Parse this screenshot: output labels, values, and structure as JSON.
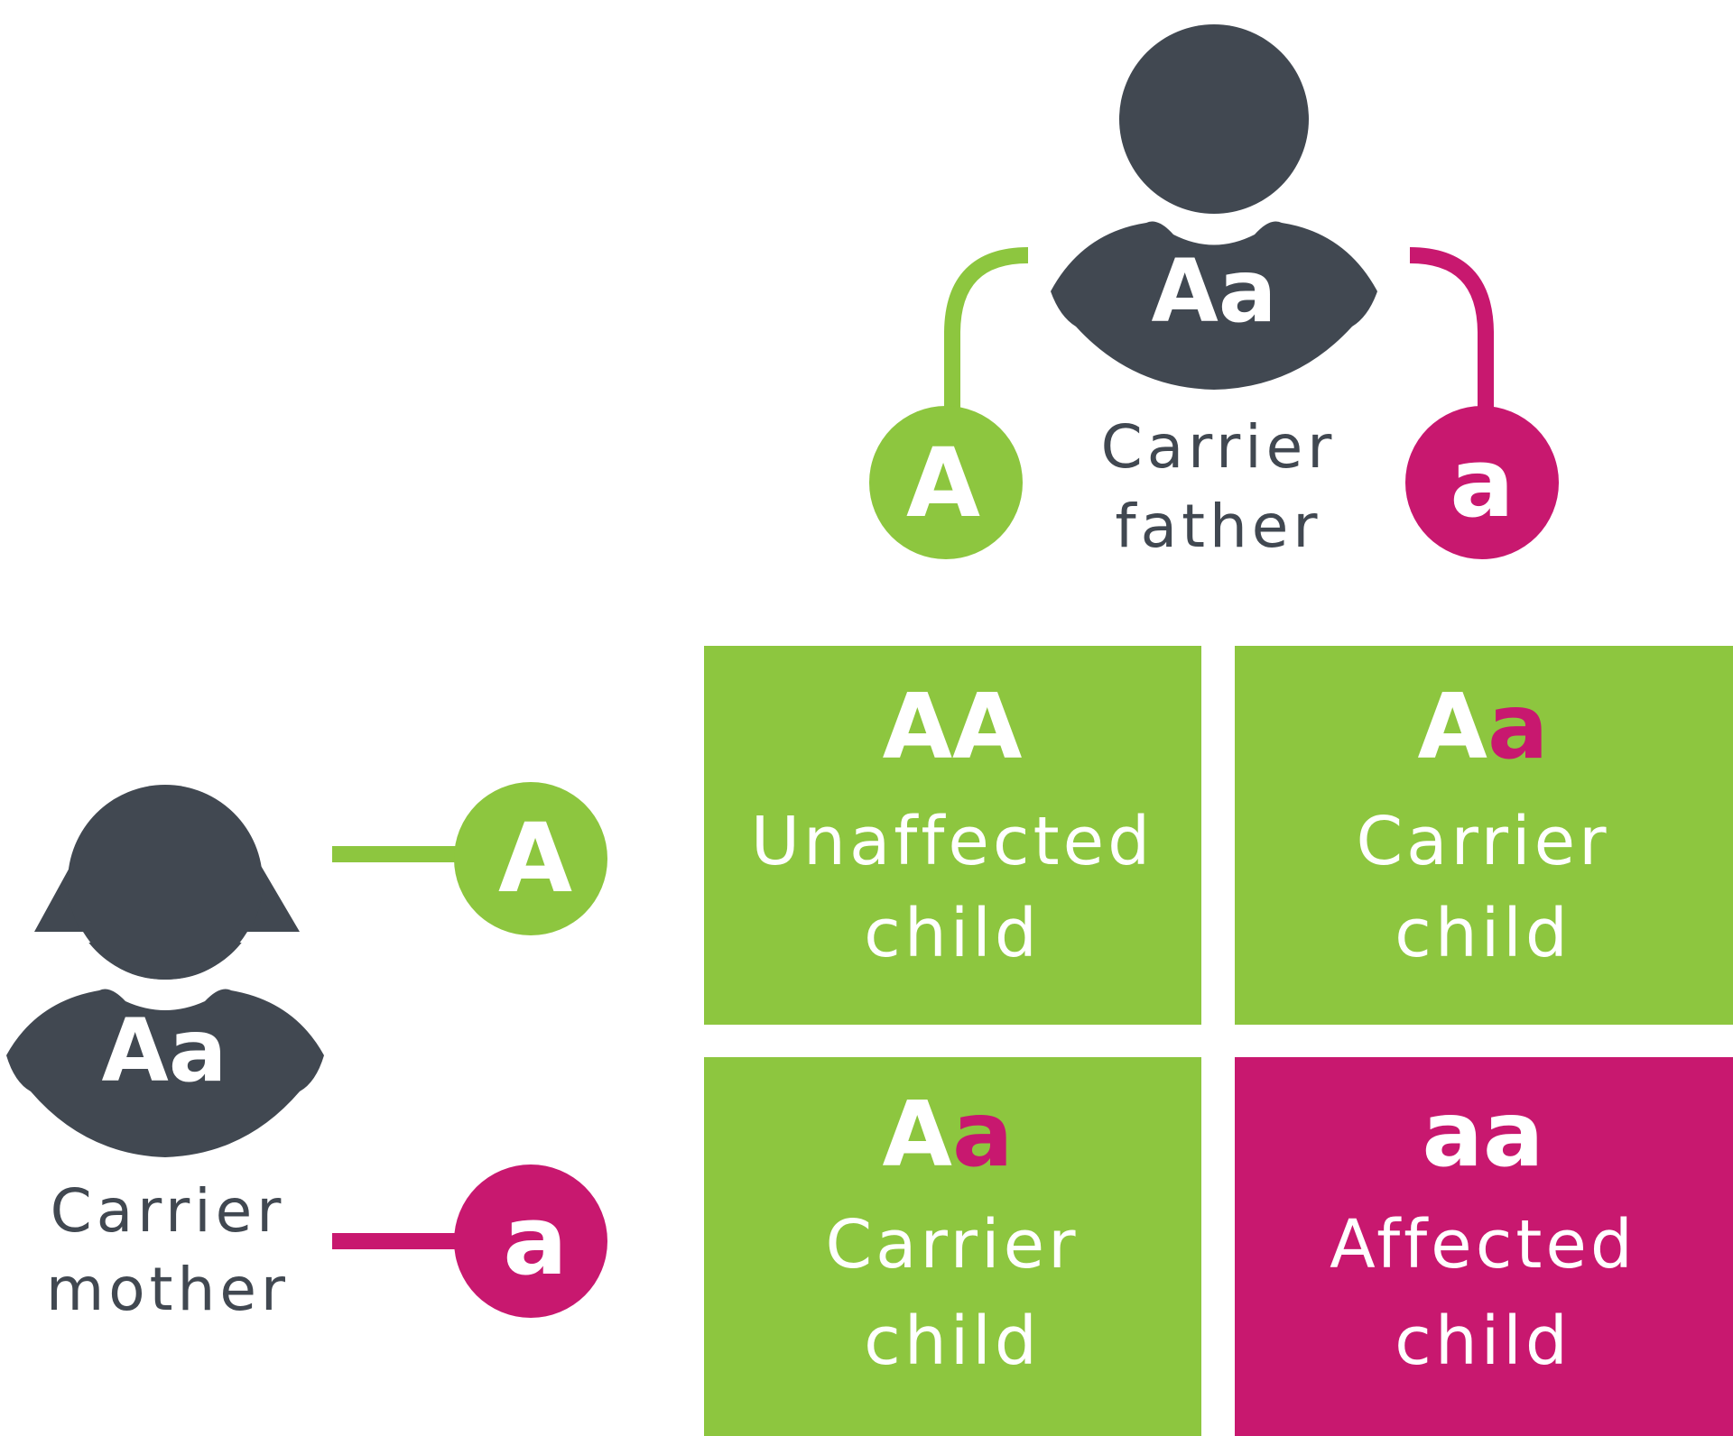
{
  "colors": {
    "dark": "#414851",
    "green": "#8dc63f",
    "magenta": "#c8186f",
    "white": "#ffffff"
  },
  "father": {
    "genotype_upper": "A",
    "genotype_lower": "a",
    "label_line1": "Carrier",
    "label_line2": "father",
    "allele_left": "A",
    "allele_right": "a"
  },
  "mother": {
    "genotype_upper": "A",
    "genotype_lower": "a",
    "label_line1": "Carrier",
    "label_line2": "mother",
    "allele_top": "A",
    "allele_bottom": "a"
  },
  "grid": {
    "top_left": {
      "allele1": "A",
      "allele2": "A",
      "line1": "Unaffected",
      "line2": "child"
    },
    "top_right": {
      "allele1": "A",
      "allele2": "a",
      "line1": "Carrier",
      "line2": "child"
    },
    "bottom_left": {
      "allele1": "A",
      "allele2": "a",
      "line1": "Carrier",
      "line2": "child"
    },
    "bottom_right": {
      "allele1": "a",
      "allele2": "a",
      "line1": "Affected",
      "line2": "child"
    }
  }
}
